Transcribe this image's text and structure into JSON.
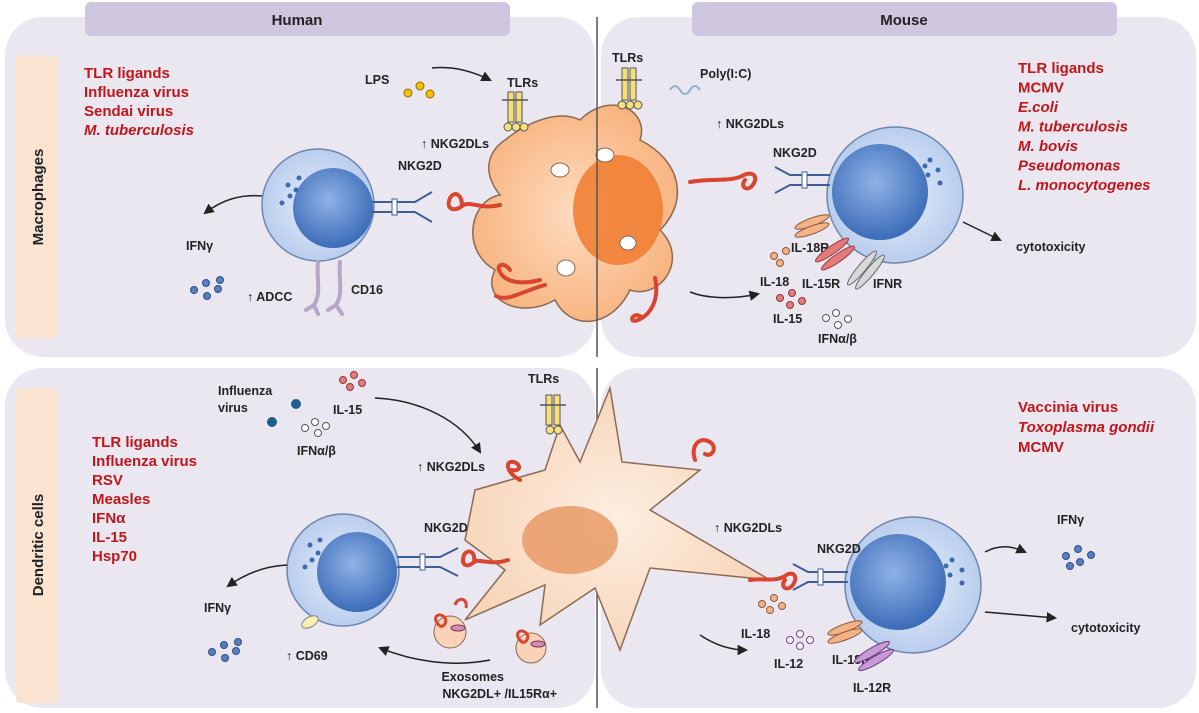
{
  "headers": {
    "human": "Human",
    "mouse": "Mouse"
  },
  "rows": {
    "macrophages": "Macrophages",
    "dendritic": "Dendritic cells"
  },
  "lists": {
    "human_mac": [
      {
        "text": "TLR ligands",
        "italic": false
      },
      {
        "text": "Influenza virus",
        "italic": false
      },
      {
        "text": "Sendai virus",
        "italic": false
      },
      {
        "text": "M. tuberculosis",
        "italic": true
      }
    ],
    "mouse_mac": [
      {
        "text": "TLR ligands",
        "italic": false
      },
      {
        "text": "MCMV",
        "italic": false
      },
      {
        "text": "E.coli",
        "italic": true
      },
      {
        "text": "M. tuberculosis",
        "italic": true
      },
      {
        "text": "M. bovis",
        "italic": true
      },
      {
        "text": "Pseudomonas",
        "italic": true
      },
      {
        "text": "L. monocytogenes",
        "italic": true
      }
    ],
    "human_dc": [
      {
        "text": "TLR ligands",
        "italic": false
      },
      {
        "text": "Influenza virus",
        "italic": false
      },
      {
        "text": "RSV",
        "italic": false
      },
      {
        "text": "Measles",
        "italic": false
      },
      {
        "text": "IFNα",
        "italic": false
      },
      {
        "text": "IL-15",
        "italic": false
      },
      {
        "text": "Hsp70",
        "italic": false
      }
    ],
    "mouse_dc": [
      {
        "text": "Vaccinia virus",
        "italic": false
      },
      {
        "text": "Toxoplasma gondii",
        "italic": true
      },
      {
        "text": "MCMV",
        "italic": false
      }
    ]
  },
  "labels": {
    "lps": "LPS",
    "tlrs_h_mac": "TLRs",
    "nkg2dls_h_mac": "↑ NKG2DLs",
    "nkg2d_h_mac": "NKG2D",
    "ifng_h_mac": "IFNγ",
    "adcc": "↑ ADCC",
    "cd16": "CD16",
    "tlrs_m_mac": "TLRs",
    "polyic": "Poly(I:C)",
    "nkg2dls_m_mac": "↑ NKG2DLs",
    "nkg2d_m_mac": "NKG2D",
    "il18r_m_mac": "IL-18R",
    "il18_m_mac": "IL-18",
    "il15r_m_mac": "IL-15R",
    "ifnr_m_mac": "IFNR",
    "il15_m_mac": "IL-15",
    "ifnab_m_mac": "IFNα/β",
    "cytotox_m_mac": "cytotoxicity",
    "influenza_1": "Influenza",
    "influenza_2": "virus",
    "il15_h_dc": "IL-15",
    "ifnab_h_dc": "IFNα/β",
    "tlrs_h_dc": "TLRs",
    "nkg2dls_h_dc": "↑ NKG2DLs",
    "nkg2d_h_dc": "NKG2D",
    "ifng_h_dc": "IFNγ",
    "cd69": "↑ CD69",
    "exosomes_1": "Exosomes",
    "exosomes_2": "NKG2DL+ /IL15Rα+",
    "nkg2dls_m_dc": "↑ NKG2DLs",
    "nkg2d_m_dc": "NKG2D",
    "ifng_m_dc": "IFNγ",
    "il18_m_dc": "IL-18",
    "il18r_m_dc": "IL-18R",
    "il12_m_dc": "IL-12",
    "il12r_m_dc": "IL-12R",
    "cytotox_m_dc": "cytotoxicity"
  },
  "colors": {
    "panel": "#ebe7f1",
    "header_bg": "#cfc7df",
    "side_bg": "#fbe3d2",
    "red_text": "#c0161b",
    "macrophage": "#fbc79c",
    "dendritic": "#fbe1cc",
    "nk_cell": "#c7d6ee",
    "nucleus": "#5f8bd0"
  }
}
